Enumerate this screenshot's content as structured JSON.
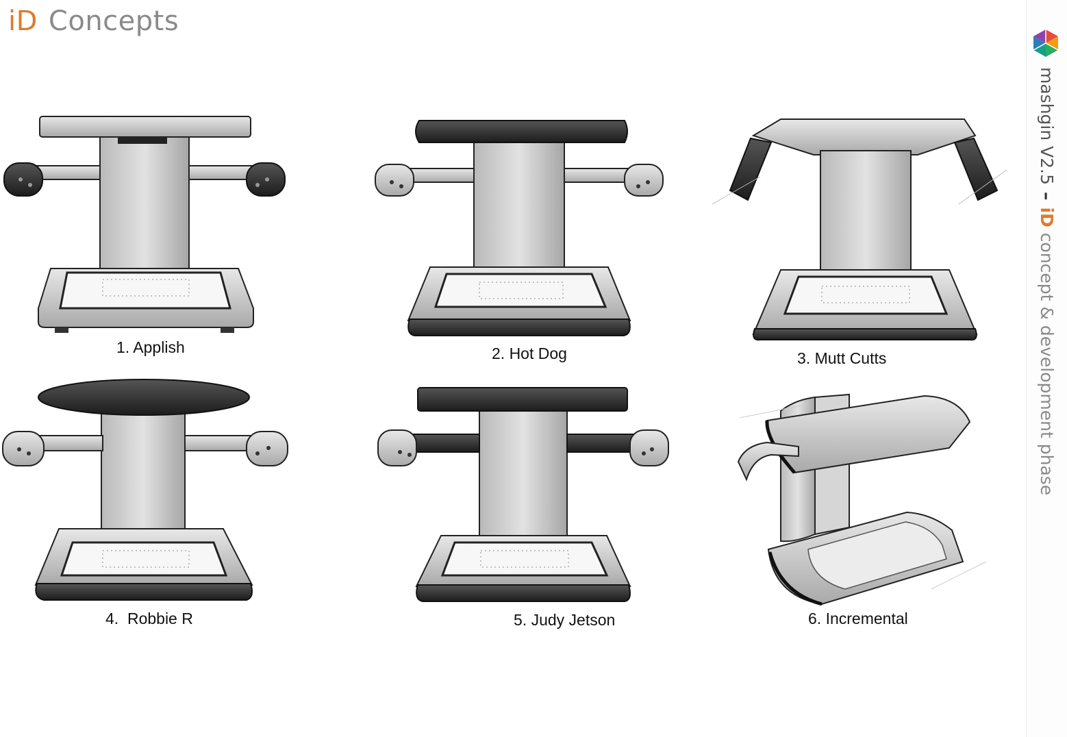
{
  "header": {
    "accent": "iD",
    "title": "Concepts"
  },
  "sidebar": {
    "brand": "mashgin V2.5",
    "separator": "–",
    "accent": "iD",
    "subtitle": "concept & development phase",
    "logo_icon": "mashgin-hex-cube-icon"
  },
  "concepts": [
    {
      "caption": "1. Applish"
    },
    {
      "caption": "2. Hot Dog"
    },
    {
      "caption": "3. Mutt Cutts"
    },
    {
      "caption": "4.  Robbie R"
    },
    {
      "caption": "5. Judy Jetson"
    },
    {
      "caption": "6. Incremental"
    }
  ],
  "colors": {
    "accent": "#e07a2c",
    "title_gray": "#8a8a8a",
    "sketch_dark": "#2b2b2b",
    "sketch_mid": "#9a9a9a",
    "sketch_light": "#e6e6e6"
  }
}
